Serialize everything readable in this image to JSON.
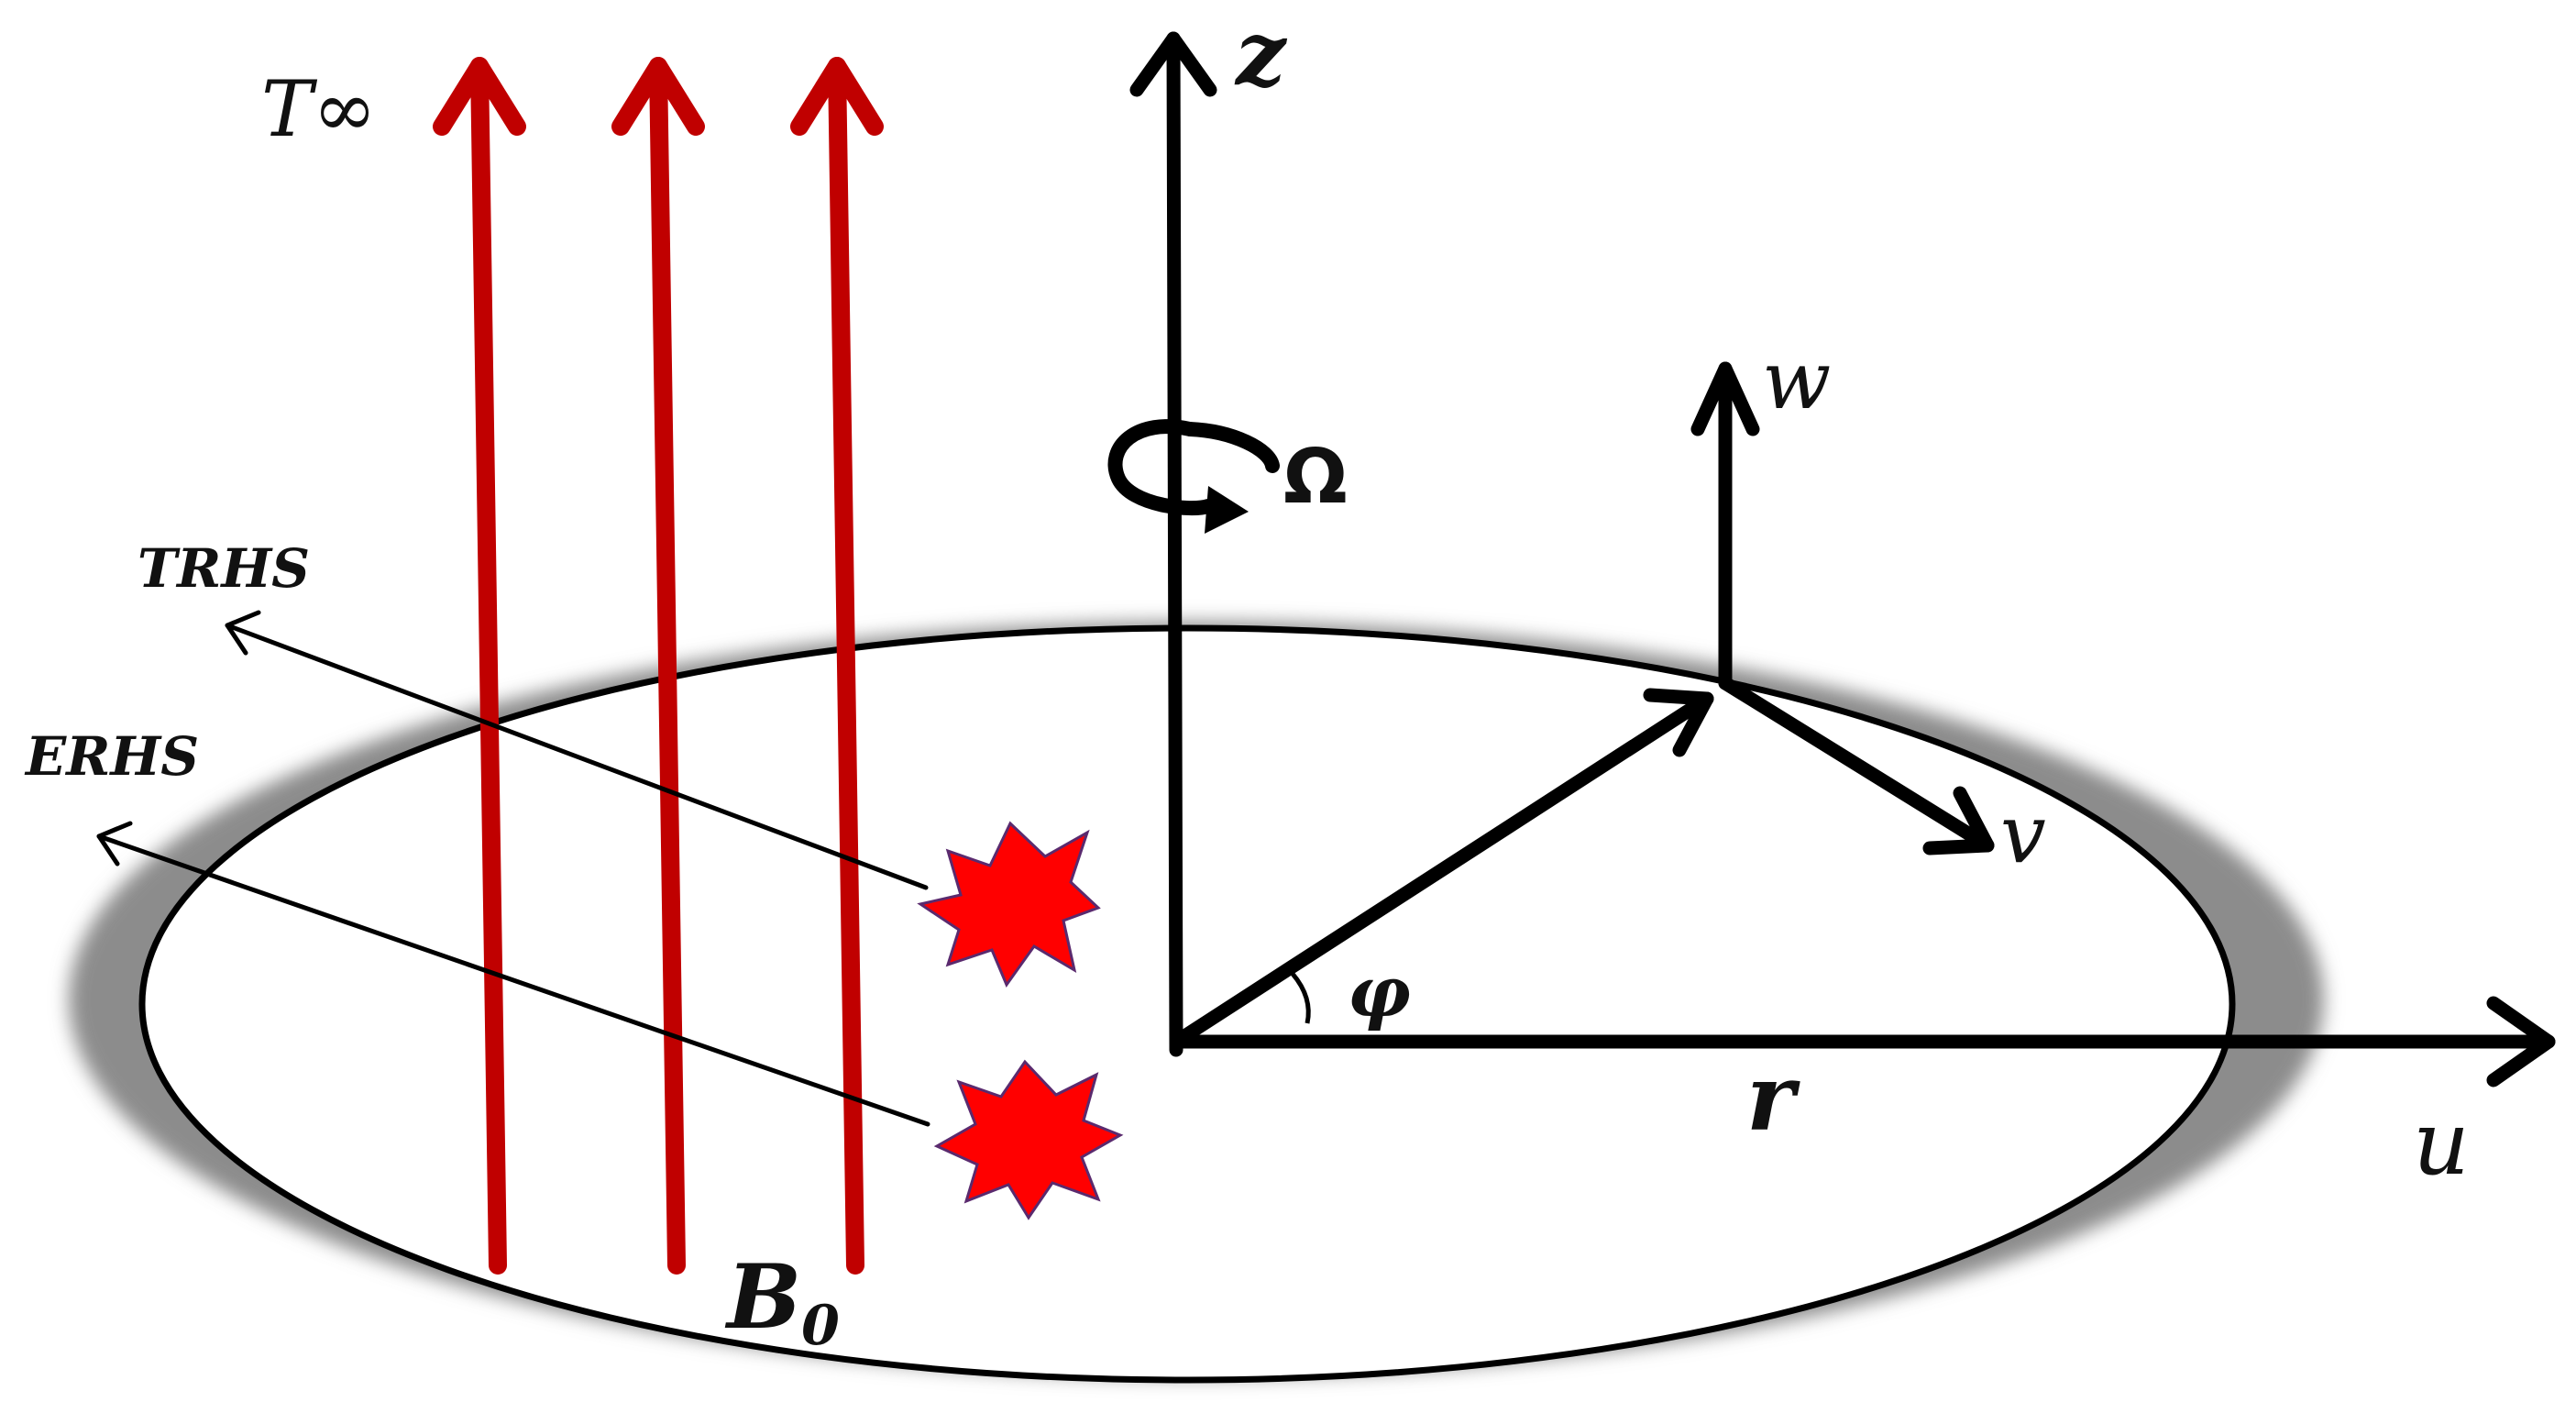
{
  "labels": {
    "t_inf": "T∞",
    "z": "z",
    "omega": "Ω",
    "w": "w",
    "v": "v",
    "phi": "φ",
    "r": "r",
    "u": "u",
    "b_main": "B",
    "b_sub": "0",
    "trhs": "TRHS",
    "erhs": "ERHS"
  },
  "colors": {
    "field_lines": "#c00000",
    "axes": "#000000",
    "disk_shadow": "#8c8c8c",
    "heat_source": "#ff0000",
    "heat_source_outline": "#5a2a6e"
  },
  "icons": {
    "rotation": "rotation-arrow-icon",
    "heat_sources": [
      "starburst-icon",
      "starburst-icon"
    ]
  }
}
